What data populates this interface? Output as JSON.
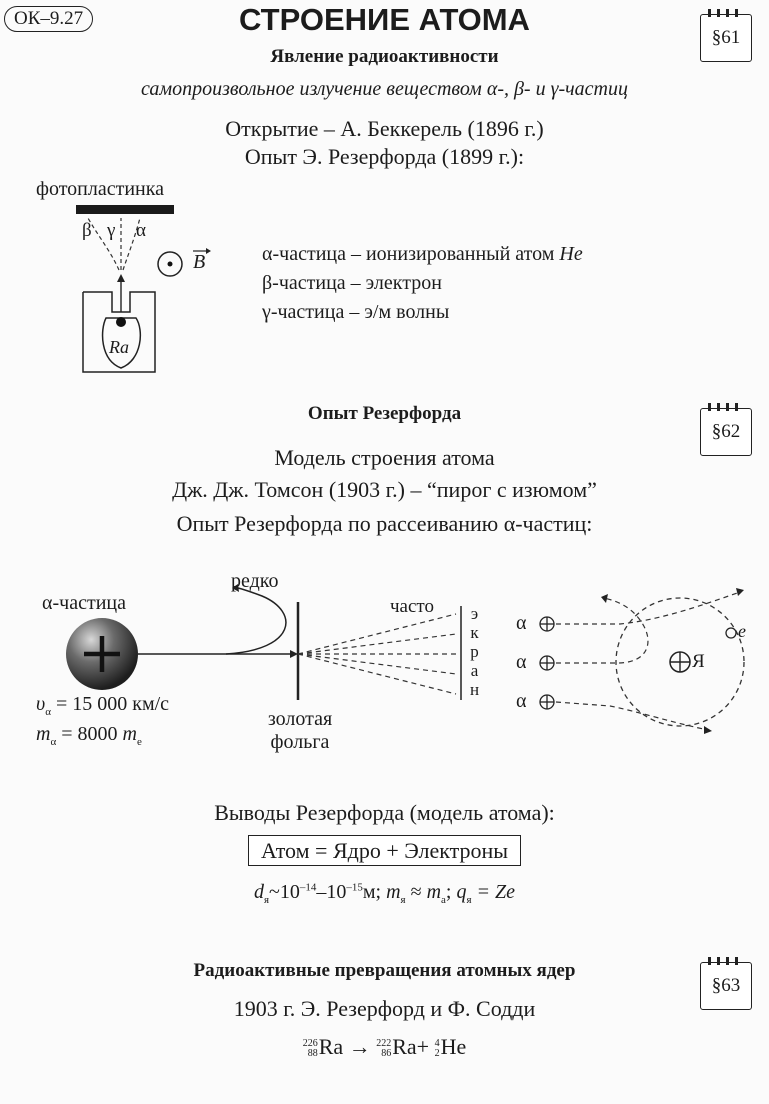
{
  "code_label": "ОК–9.27",
  "title": "СТРОЕНИЕ АТОМА",
  "badges": [
    "§61",
    "§62",
    "§63"
  ],
  "sec1": {
    "heading": "Явление радиоактивности",
    "definition": "самопроизвольное излучение веществом α-,  β- и γ-частиц",
    "discovery": "Открытие  – А. Беккерель (1896 г.)",
    "experiment": "Опыт Э. Резерфорда (1899 г.):",
    "plate_label": "фотопластинка",
    "beta": "β",
    "gamma": "γ",
    "alpha": "α",
    "field_label": "B",
    "source_label": "Ra",
    "particles": [
      "α-частица – ионизированный атом ",
      "β-частица – электрон",
      "γ-частица – э/м волны"
    ],
    "particles_he": "He"
  },
  "sec2": {
    "heading": "Опыт Резерфорда",
    "model": "Модель строения атома",
    "thomson": "Дж. Дж. Томсон (1903 г.) – “пирог с изюмом”",
    "scattering": "Опыт Резерфорда по рассеиванию α-частиц:",
    "alpha_label": "α-частица",
    "rarely": "редко",
    "often": "часто",
    "screen_letters": [
      "э",
      "к",
      "р",
      "а",
      "н"
    ],
    "foil_line1": "золотая",
    "foil_line2": "фольга",
    "v_sym": "υ",
    "v_sub": "α",
    "v_val": " = 15 000 км/с",
    "m_sym": "m",
    "m_sub": "α",
    "m_val": " = 8000 ",
    "m_e": "m",
    "m_e_sub": "e",
    "alpha_sym": "α",
    "nucleus": "Я",
    "electron": "e"
  },
  "sec3": {
    "conclusions": "Выводы Резерфорда (модель атома):",
    "formula": "Атом = Ядро + Электроны",
    "d": "d",
    "d_sub": "я",
    "d_range_a": "~10",
    "d_exp1": "–14",
    "d_range_b": "–10",
    "d_exp2": "–15",
    "d_unit": "м; ",
    "m_nuc": "m",
    "m_nuc_sub": "я",
    "approx": " ≈ ",
    "m_atom": "m",
    "m_atom_sub": "а",
    "semi": "; ",
    "q": "q",
    "q_sub": "я",
    "q_val": " = Ze"
  },
  "sec4": {
    "heading": "Радиоактивные превращения атомных ядер",
    "authors": "1903 г. Э. Резерфорд и Ф. Содди",
    "ra1_a": "226",
    "ra1_z": "88",
    "ra1": "Ra",
    "arrow": " → ",
    "ra2_a": "222",
    "ra2_z": "86",
    "ra2": "Ra",
    "plus": "+ ",
    "he_a": "4",
    "he_z": "2",
    "he": "He"
  }
}
